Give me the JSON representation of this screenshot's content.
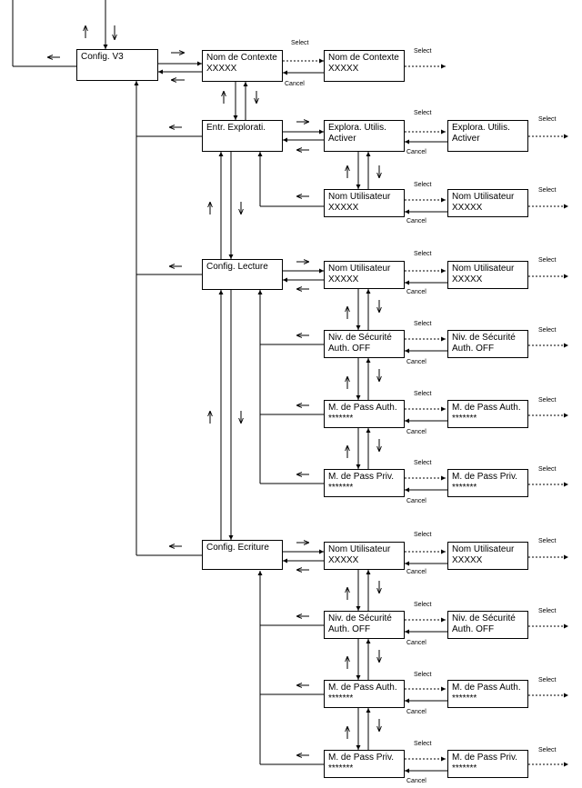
{
  "labels": {
    "select": "Select",
    "cancel": "Cancel"
  },
  "boxes": {
    "config_v3": {
      "l1": "Config. V3",
      "l2": ""
    },
    "nom_contexte_1": {
      "l1": "Nom de Contexte",
      "l2": "XXXXX"
    },
    "nom_contexte_2": {
      "l1": "Nom de Contexte",
      "l2": "XXXXX"
    },
    "entr_explor": {
      "l1": "Entr. Explorati.",
      "l2": ""
    },
    "explor_util_1": {
      "l1": "Explora. Utilis.",
      "l2": "Activer"
    },
    "explor_util_2": {
      "l1": "Explora. Utilis.",
      "l2": "Activer"
    },
    "eu_nom_util_1": {
      "l1": "Nom Utilisateur",
      "l2": "XXXXX"
    },
    "eu_nom_util_2": {
      "l1": "Nom Utilisateur",
      "l2": "XXXXX"
    },
    "config_lecture": {
      "l1": "Config. Lecture",
      "l2": ""
    },
    "cl_nom_util_1": {
      "l1": "Nom Utilisateur",
      "l2": "XXXXX"
    },
    "cl_nom_util_2": {
      "l1": "Nom Utilisateur",
      "l2": "XXXXX"
    },
    "cl_niv_1": {
      "l1": "Niv. de Sécurité",
      "l2": "Auth. OFF"
    },
    "cl_niv_2": {
      "l1": "Niv. de Sécurité",
      "l2": "Auth. OFF"
    },
    "cl_pass_auth_1": {
      "l1": "M. de Pass Auth.",
      "l2": "*******"
    },
    "cl_pass_auth_2": {
      "l1": "M. de Pass Auth.",
      "l2": "*******"
    },
    "cl_pass_priv_1": {
      "l1": "M. de Pass Priv.",
      "l2": "*******"
    },
    "cl_pass_priv_2": {
      "l1": "M. de Pass Priv.",
      "l2": "*******"
    },
    "config_ecriture": {
      "l1": "Config. Ecriture",
      "l2": ""
    },
    "ce_nom_util_1": {
      "l1": "Nom Utilisateur",
      "l2": "XXXXX"
    },
    "ce_nom_util_2": {
      "l1": "Nom Utilisateur",
      "l2": "XXXXX"
    },
    "ce_niv_1": {
      "l1": "Niv. de Sécurité",
      "l2": "Auth. OFF"
    },
    "ce_niv_2": {
      "l1": "Niv. de Sécurité",
      "l2": "Auth. OFF"
    },
    "ce_pass_auth_1": {
      "l1": "M. de Pass Auth.",
      "l2": "*******"
    },
    "ce_pass_auth_2": {
      "l1": "M. de Pass Auth.",
      "l2": "*******"
    },
    "ce_pass_priv_1": {
      "l1": "M. de Pass Priv.",
      "l2": "*******"
    },
    "ce_pass_priv_2": {
      "l1": "M. de Pass Priv.",
      "l2": "*******"
    }
  }
}
